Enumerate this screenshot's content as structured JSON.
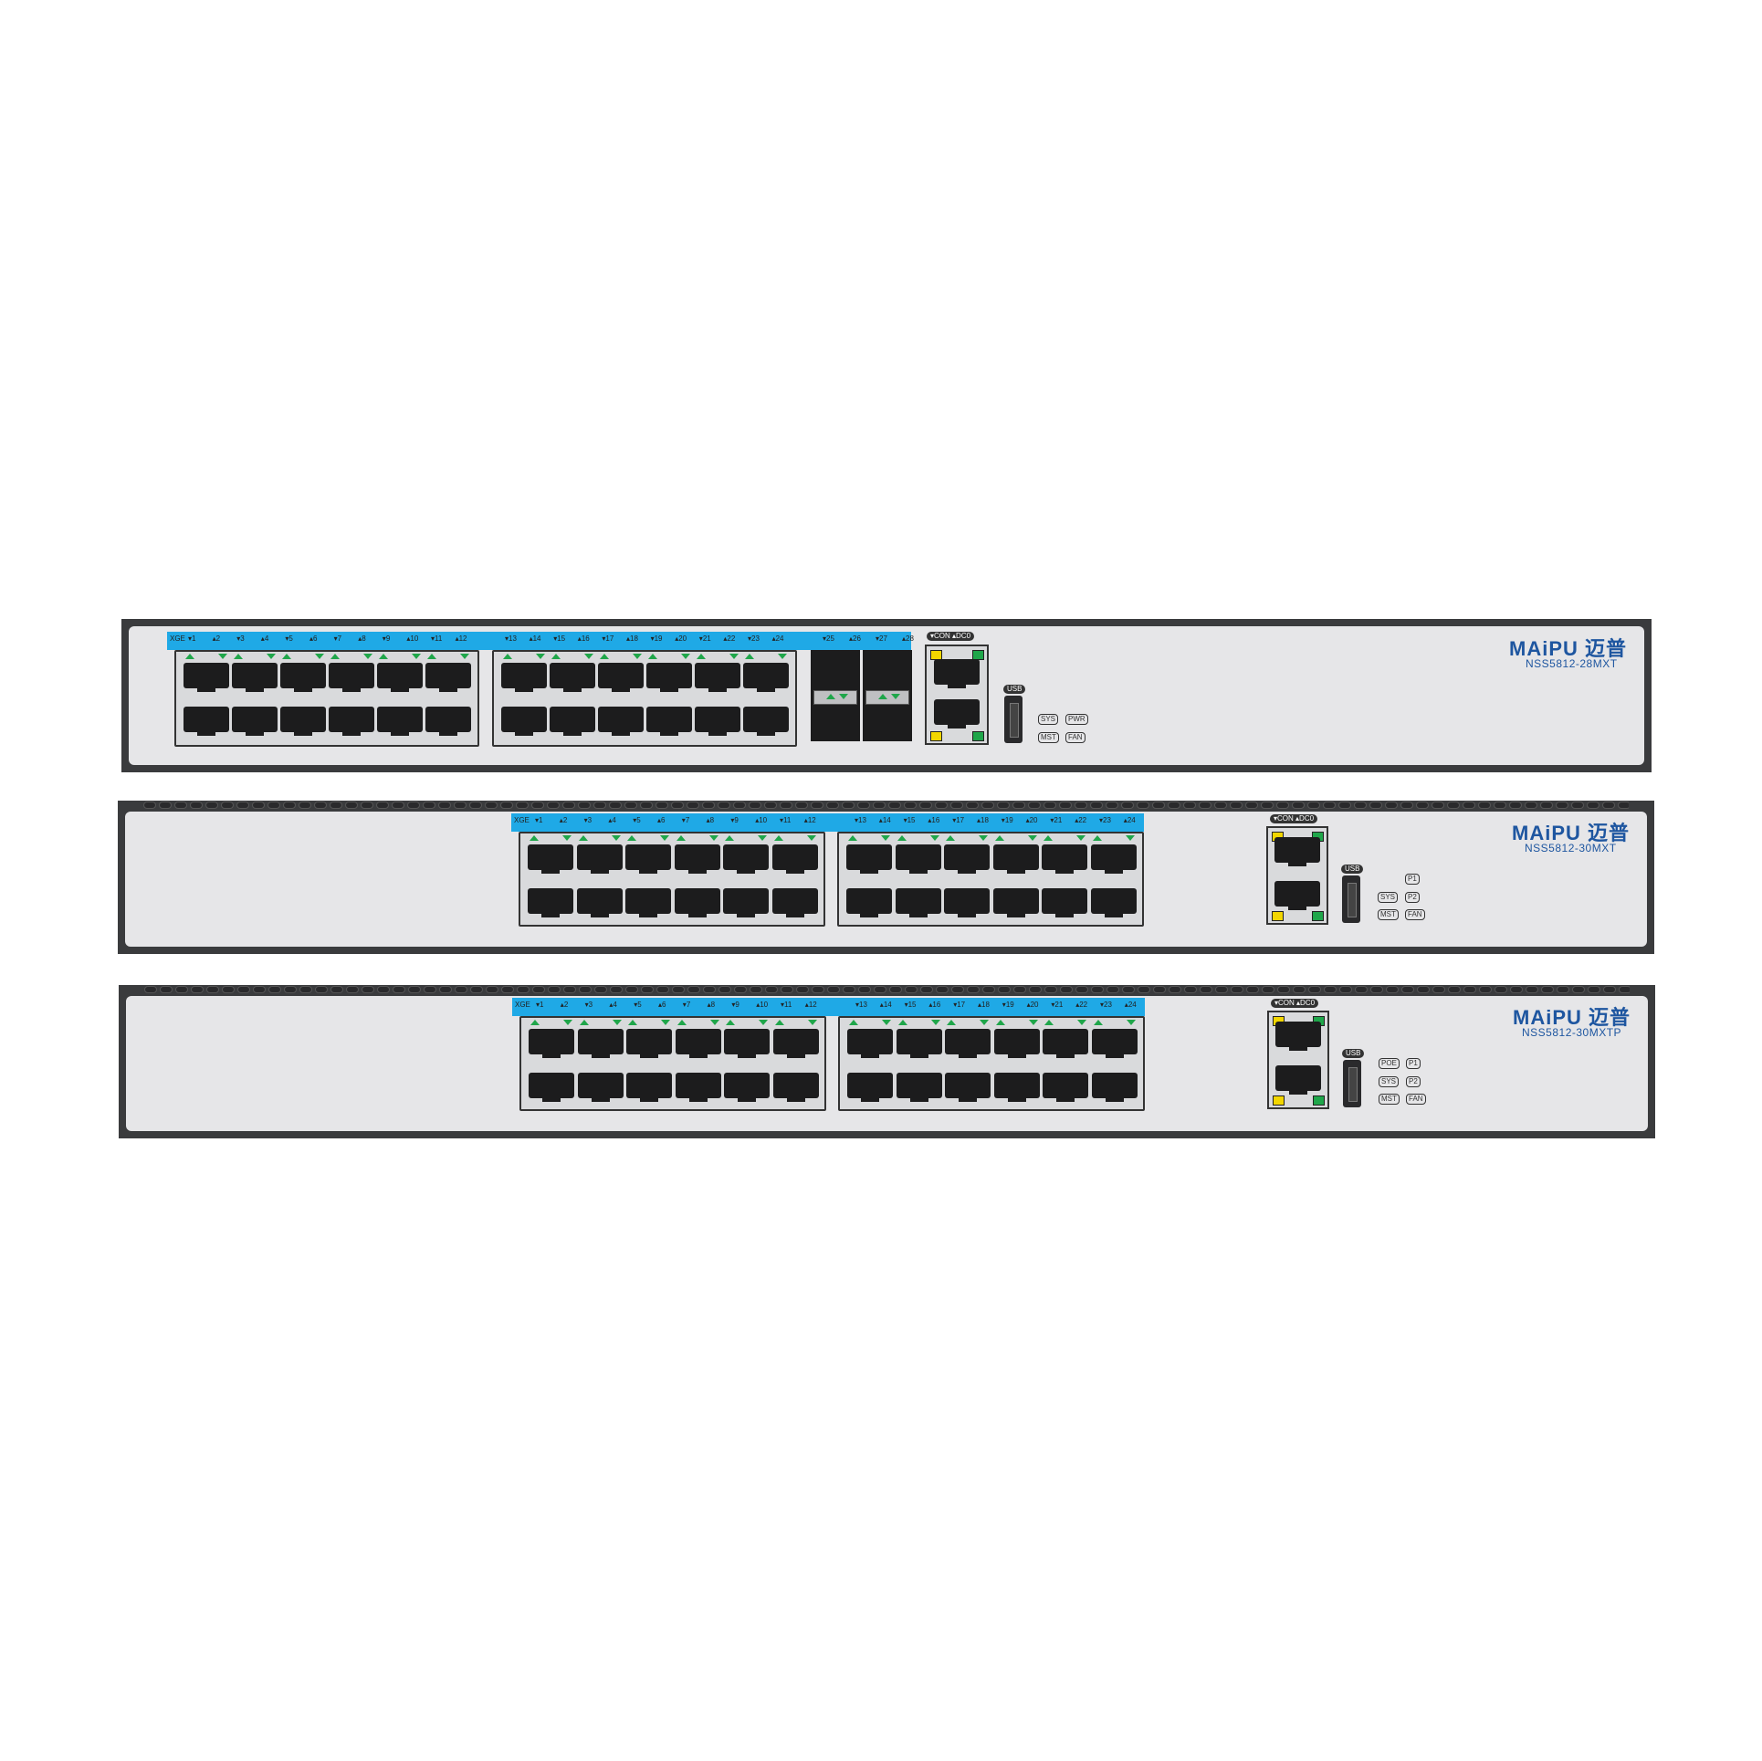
{
  "switches": [
    {
      "brand": "MAiPU 迈普",
      "model": "NSS5812-28MXT",
      "strip_prefix": "XGE",
      "port_labels_a": [
        "1",
        "2",
        "3",
        "4",
        "5",
        "6",
        "7",
        "8",
        "9",
        "10",
        "11",
        "12"
      ],
      "port_labels_b": [
        "13",
        "14",
        "15",
        "16",
        "17",
        "18",
        "19",
        "20",
        "21",
        "22",
        "23",
        "24"
      ],
      "sfp_labels": [
        "25",
        "26",
        "27",
        "28"
      ],
      "con_label": "CON",
      "dc_label": "DC0",
      "usb_label": "USB",
      "status_leds": [
        "SYS",
        "PWR",
        "MST",
        "FAN"
      ]
    },
    {
      "brand": "MAiPU 迈普",
      "model": "NSS5812-30MXT",
      "strip_prefix": "XGE",
      "port_labels_a": [
        "1",
        "2",
        "3",
        "4",
        "5",
        "6",
        "7",
        "8",
        "9",
        "10",
        "11",
        "12"
      ],
      "port_labels_b": [
        "13",
        "14",
        "15",
        "16",
        "17",
        "18",
        "19",
        "20",
        "21",
        "22",
        "23",
        "24"
      ],
      "con_label": "CON",
      "dc_label": "DC0",
      "usb_label": "USB",
      "status_leds": [
        "SYS",
        "MST",
        "FAN"
      ],
      "power_leds": [
        "P1",
        "P2"
      ]
    },
    {
      "brand": "MAiPU 迈普",
      "model": "NSS5812-30MXTP",
      "strip_prefix": "XGE",
      "port_labels_a": [
        "1",
        "2",
        "3",
        "4",
        "5",
        "6",
        "7",
        "8",
        "9",
        "10",
        "11",
        "12"
      ],
      "port_labels_b": [
        "13",
        "14",
        "15",
        "16",
        "17",
        "18",
        "19",
        "20",
        "21",
        "22",
        "23",
        "24"
      ],
      "con_label": "CON",
      "dc_label": "DC0",
      "usb_label": "USB",
      "status_leds": [
        "POE",
        "SYS",
        "MST",
        "FAN"
      ],
      "power_leds": [
        "P1",
        "P2"
      ]
    }
  ]
}
